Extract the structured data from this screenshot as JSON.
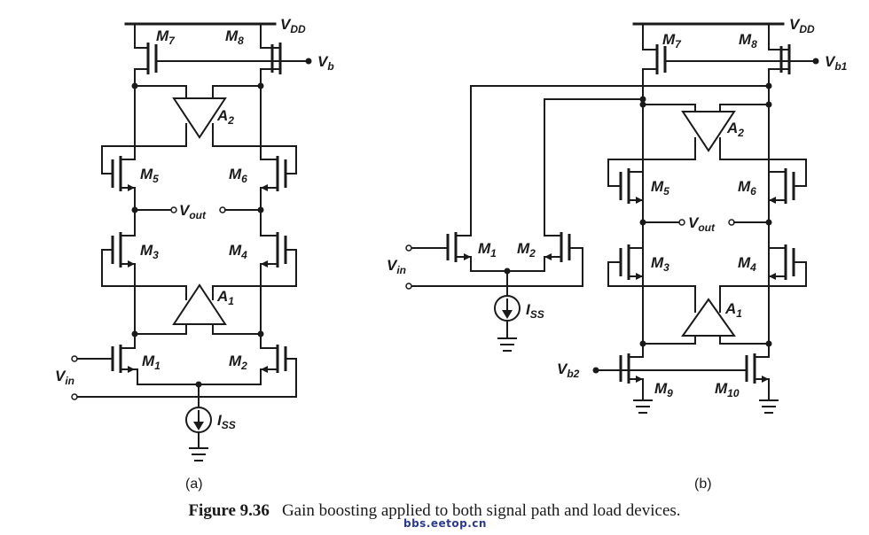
{
  "labels": {
    "vdd_main": "V",
    "vdd_sub": "DD",
    "vb_main": "V",
    "vb_sub": "b",
    "vb1_sub": "b1",
    "vb2_sub": "b2",
    "vout_main": "V",
    "vout_sub": "out",
    "vin_main": "V",
    "vin_sub": "in",
    "iss_main": "I",
    "iss_sub": "SS",
    "m_main": "M",
    "m1": "1",
    "m2": "2",
    "m3": "3",
    "m4": "4",
    "m5": "5",
    "m6": "6",
    "m7": "7",
    "m8": "8",
    "m9": "9",
    "m10": "10",
    "a_main": "A",
    "a1": "1",
    "a2": "2"
  },
  "panels": {
    "a_caption": "(a)",
    "b_caption": "(b)"
  },
  "figure": {
    "number": "Figure 9.36",
    "text": "Gain boosting applied to both signal path and load devices."
  },
  "watermark": "bbs.eetop.cn"
}
